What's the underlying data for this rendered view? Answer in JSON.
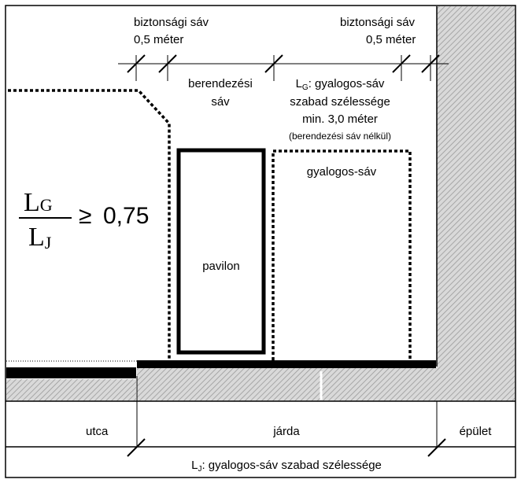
{
  "safety_left": {
    "line1": "biztonsági sáv",
    "line2": "0,5 méter"
  },
  "safety_right": {
    "line1": "biztonsági sáv",
    "line2": "0,5 méter"
  },
  "furniture_zone": {
    "line1": "berendezési",
    "line2": "sáv"
  },
  "lg_definition": {
    "prefix": "L",
    "sub": "G",
    "line1_rest": ": gyalogos-sáv",
    "line2": "szabad szélessége",
    "line3": "min. 3,0 méter",
    "line4": "(berendezési sáv nélkül)"
  },
  "walkway_label": "gyalogos-sáv",
  "pavilion_label": "pavilon",
  "formula": {
    "num_letter": "L",
    "num_sub": "G",
    "den_letter": "L",
    "den_sub": "J",
    "relation": "≥",
    "value": "0,75"
  },
  "bottom_labels": {
    "street": "utca",
    "sidewalk": "járda",
    "building": "épület"
  },
  "lj_definition": {
    "prefix": "L",
    "sub": "J",
    "rest": ": gyalogos-sáv szabad szélessége"
  }
}
